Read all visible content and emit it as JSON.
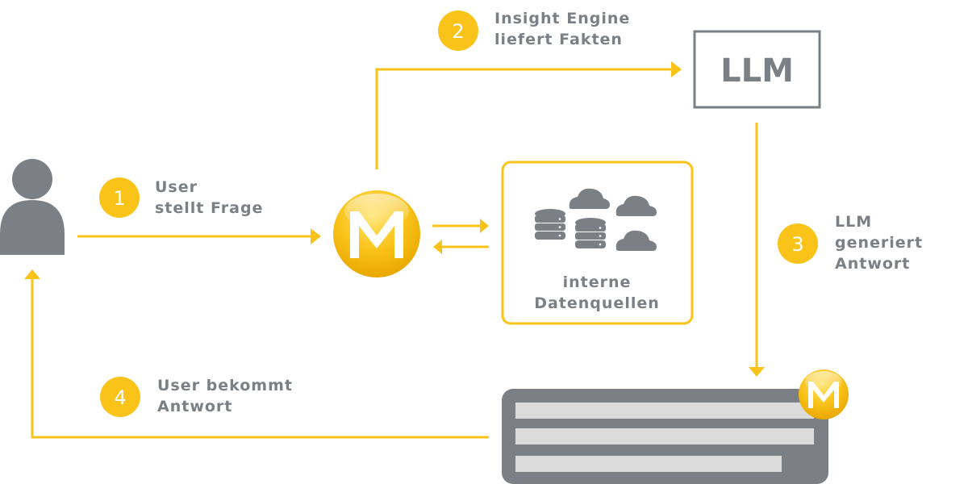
{
  "colors": {
    "accent": "#f9c31a",
    "gray": "#7b8087",
    "light_gray": "#dcdcdc",
    "white": "#ffffff"
  },
  "steps": [
    {
      "number": "1",
      "line1": "User",
      "line2": "stellt Frage",
      "line3": ""
    },
    {
      "number": "2",
      "line1": "Insight Engine",
      "line2": "liefert Fakten",
      "line3": ""
    },
    {
      "number": "3",
      "line1": "LLM",
      "line2": "generiert",
      "line3": "Antwort"
    },
    {
      "number": "4",
      "line1": "User bekommt",
      "line2": "Antwort",
      "line3": ""
    }
  ],
  "llm_box": {
    "label": "LLM"
  },
  "data_sources": {
    "line1": "interne",
    "line2": "Datenquellen"
  },
  "icons": {
    "user": "person-icon",
    "engine": "m-logo-icon",
    "database": "database-icon",
    "cloud": "cloud-icon",
    "answer": "answer-panel"
  }
}
